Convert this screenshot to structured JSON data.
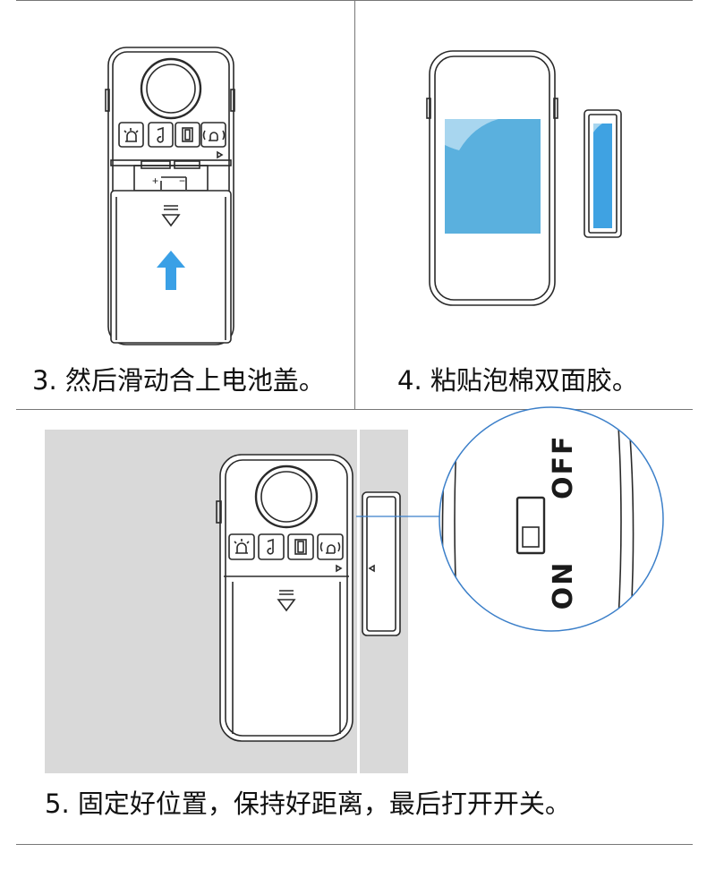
{
  "steps": [
    {
      "number": "3.",
      "text": "然后滑动合上电池盖。"
    },
    {
      "number": "4.",
      "text": "粘贴泡棉双面胶。"
    },
    {
      "number": "5.",
      "text": "固定好位置，保持好距离，最后打开开关。"
    }
  ],
  "switch": {
    "on_label": "ON",
    "off_label": "OFF"
  },
  "battery": {
    "plus": "+",
    "minus": "−"
  },
  "colors": {
    "arrow": "#3aa0e6",
    "tape": "#5ab0de",
    "tape_peel": "#a8d6ef",
    "magnifier_ring": "#3b7fc9",
    "wall": "#d9d9d9",
    "rule": "#777777"
  },
  "icons": [
    "alarm-light-icon",
    "doorbell-note-icon",
    "door-icon",
    "bell-sound-icon"
  ]
}
